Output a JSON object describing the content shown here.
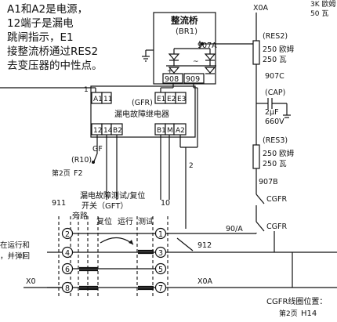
{
  "note": {
    "lines": [
      "A1和A2是电源，",
      "12端子是漏电",
      "跳闸指示，E1",
      "接整流桥通过RES2",
      "去变压器的中性点。"
    ]
  },
  "top_right": {
    "res_value": "3K 欧姆",
    "power": "50 瓦"
  },
  "rectifier": {
    "title": "整流桥",
    "code": "(BR1)",
    "pin_left": "908",
    "pin_right": "909",
    "pin_top": "907A"
  },
  "relay": {
    "label_code": "(GFR)",
    "label_text": "漏电故障继电器",
    "top_terminals": [
      "A1",
      "11",
      "E1",
      "E2",
      "E3"
    ],
    "bottom_terminals": [
      "12",
      "14",
      "B2",
      "B1",
      "M",
      "A2"
    ],
    "wire_1": "1",
    "wire_2": "2"
  },
  "gf": {
    "label": "GF",
    "ref": "(R10)",
    "page": "第2页",
    "loc": "F2"
  },
  "switch": {
    "wire_911": "911",
    "wire_10": "10",
    "title1": "漏电故障测试/复位",
    "title2": "开关（GFT）",
    "bypass": "旁路",
    "reset": "复位",
    "run": "运行",
    "test": "测试",
    "left_pins": [
      "2",
      "4",
      "6",
      "8"
    ],
    "right_pins": [
      "1",
      "3",
      "5",
      "7"
    ]
  },
  "left_note": {
    "line1": "在运行和",
    "line2": "，并弹回"
  },
  "x0": "X0",
  "x0a": "X0A",
  "x0a_top": "X0A",
  "wire_912": "912",
  "wire_90a": "90/A",
  "res2": {
    "code": "(RES2)",
    "value": "250 欧姆",
    "value2": "250 瓦"
  },
  "wire_907c": "907C",
  "cap": {
    "code": "(CAP)",
    "value": "2μF",
    "volt": "660V"
  },
  "res3": {
    "code": "(RES3)",
    "value": "250 欧姆",
    "value2": "250 瓦"
  },
  "wire_907b": "907B",
  "cgfr1": "CGFR",
  "cgfr2": "CGFR",
  "footer": {
    "title": "CGFR线圈位置：",
    "page": "第2页",
    "loc": "H14"
  }
}
